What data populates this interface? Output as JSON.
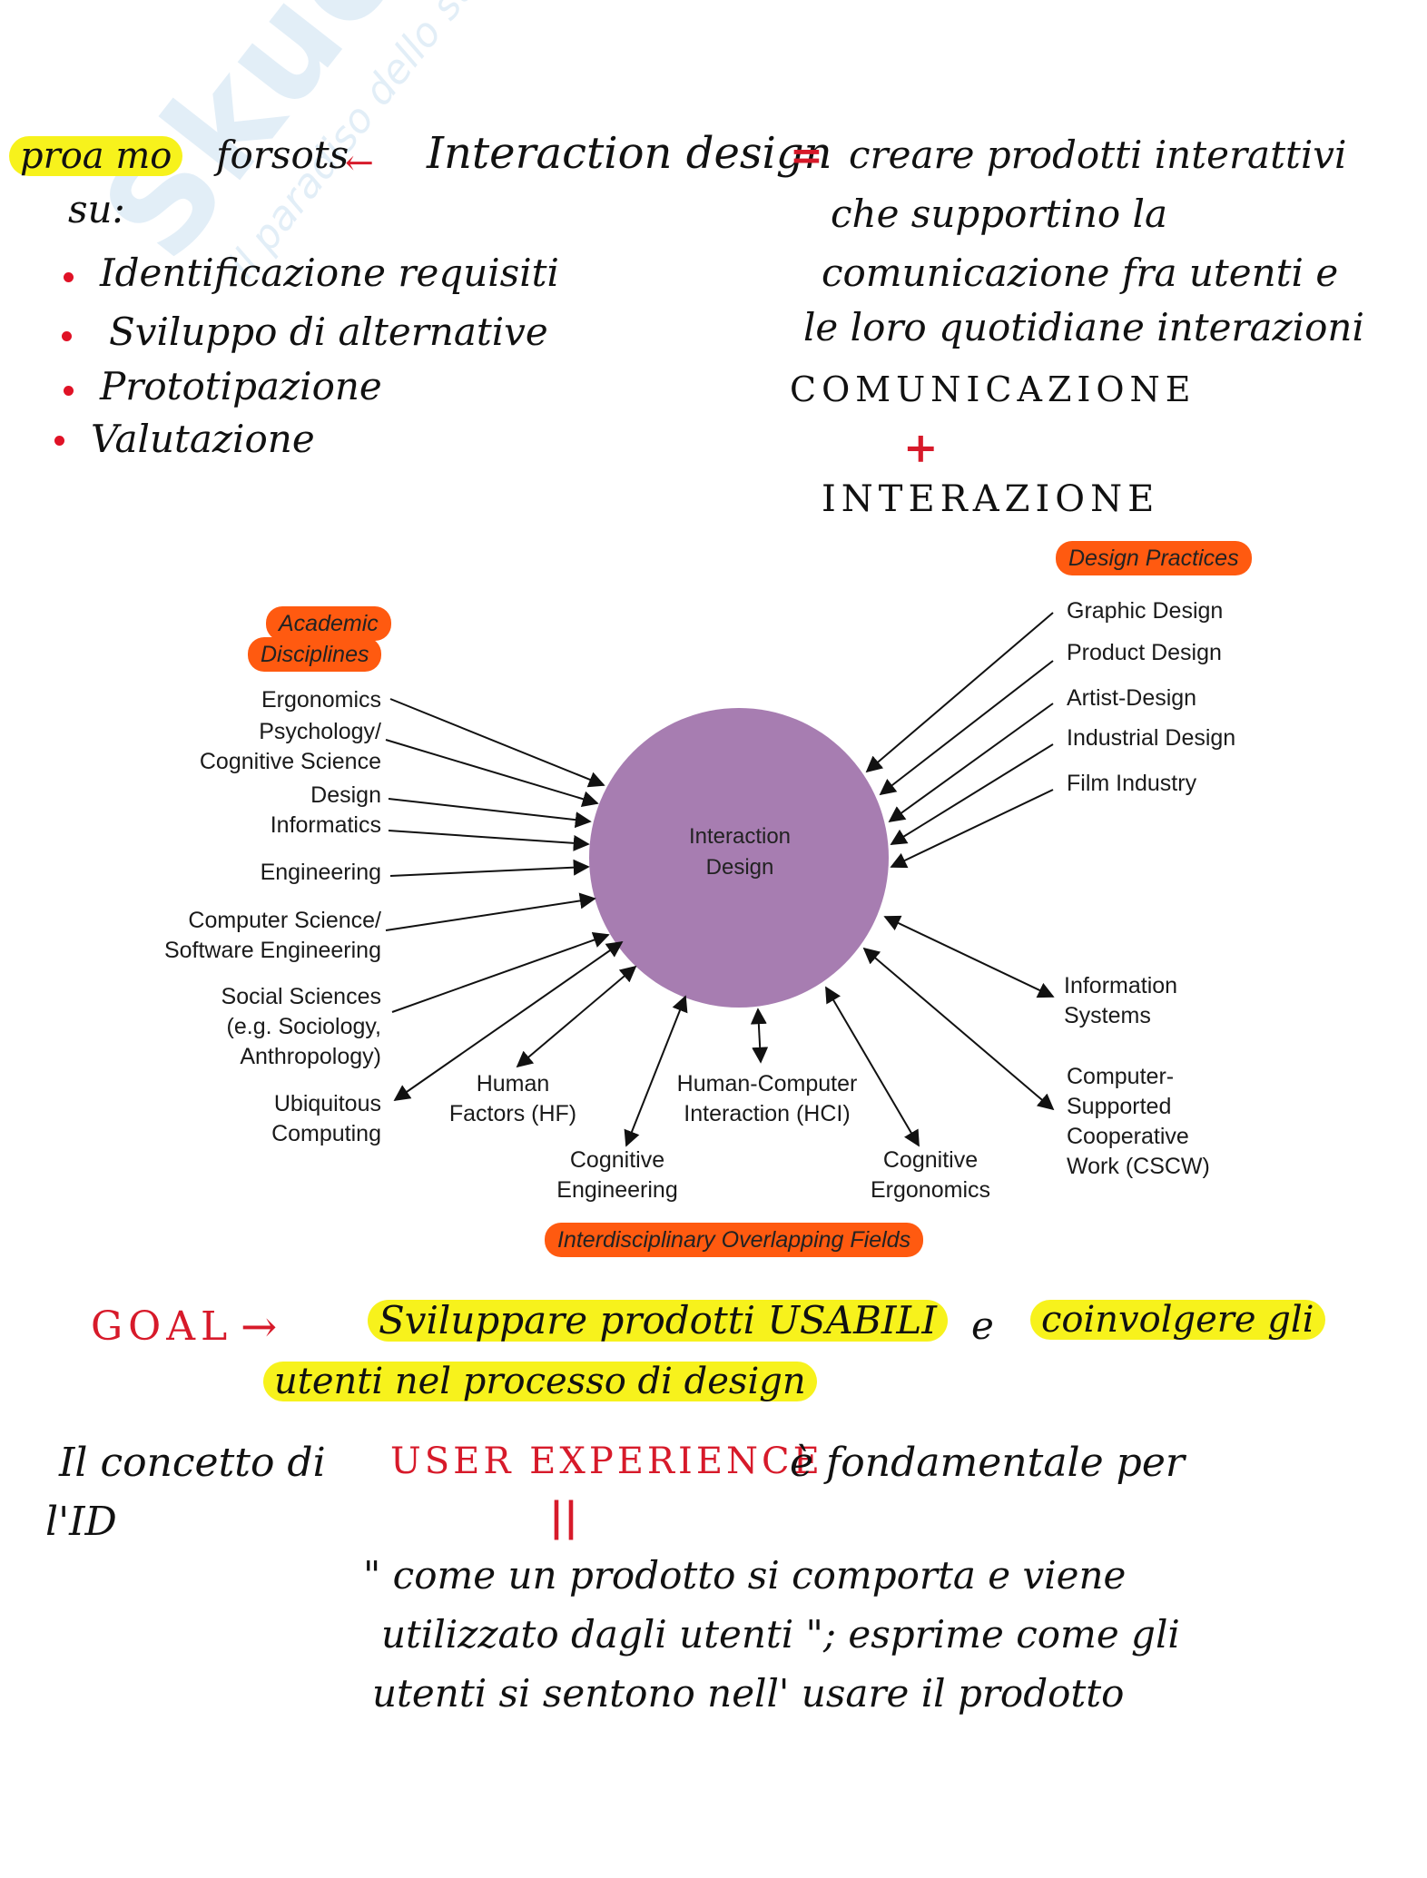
{
  "notes_top": {
    "left_1": "proa mo",
    "left_2": "forsots",
    "left_3": "su:",
    "title": "Interaction design",
    "equals": "=",
    "right_lines": [
      "creare prodotti interattivi",
      "che supportino la",
      "comunicazione fra utenti e",
      "le loro quotidiane interazioni"
    ],
    "comunicazione": "COMUNICAZIONE",
    "plus": "+",
    "interazione": "INTERAZIONE",
    "bullets": [
      "Identificazione requisiti",
      "Sviluppo di alternative",
      "Prototipazione",
      "Valutazione"
    ]
  },
  "diagram": {
    "center": "Interaction\nDesign",
    "pills": {
      "academic_1": "Academic",
      "academic_2": "Disciplines",
      "design_practices": "Design Practices",
      "overlapping": "Interdisciplinary Overlapping Fields"
    },
    "academic": [
      "Ergonomics",
      "Psychology/\nCognitive Science",
      "Design",
      "Informatics",
      "Engineering",
      "Computer Science/\nSoftware Engineering",
      "Social Sciences\n(e.g. Sociology,\nAnthropology)",
      "Ubiquitous\nComputing"
    ],
    "practices": [
      "Graphic Design",
      "Product Design",
      "Artist-Design",
      "Industrial Design",
      "Film Industry"
    ],
    "fields": {
      "hf": "Human\nFactors (HF)",
      "hci": "Human-Computer\nInteraction (HCI)",
      "cog_eng": "Cognitive\nEngineering",
      "cog_erg": "Cognitive\nErgonomics",
      "info_sys": "Information\nSystems",
      "cscw": "Computer-\nSupported\nCooperative\nWork (CSCW)"
    },
    "colors": {
      "circle": "#a77db1",
      "pill": "#ff5a10",
      "highlight": "#f7f21c",
      "pen_red": "#d71a2a"
    }
  },
  "notes_bottom": {
    "goal": "GOAL",
    "goal_arrow": "→",
    "goal_text_1": "Sviluppare prodotti USABILI",
    "goal_e": "e",
    "goal_text_2": "coinvolgere gli",
    "goal_text_3": "utenti nel processo di design",
    "ux_1": "Il concetto di",
    "ux_red": "USER EXPERIENCE",
    "ux_2": "è fondamentale per",
    "ux_3": "l'ID",
    "ux_eq": "||",
    "quote_1": "\" come un prodotto si comporta e viene",
    "quote_2": "utilizzato dagli utenti \"; esprime come gli",
    "quote_3": "utenti si sentono nell' usare il prodotto"
  },
  "watermark": {
    "big": "Skuola.net",
    "small": "il paradiso dello studente"
  }
}
